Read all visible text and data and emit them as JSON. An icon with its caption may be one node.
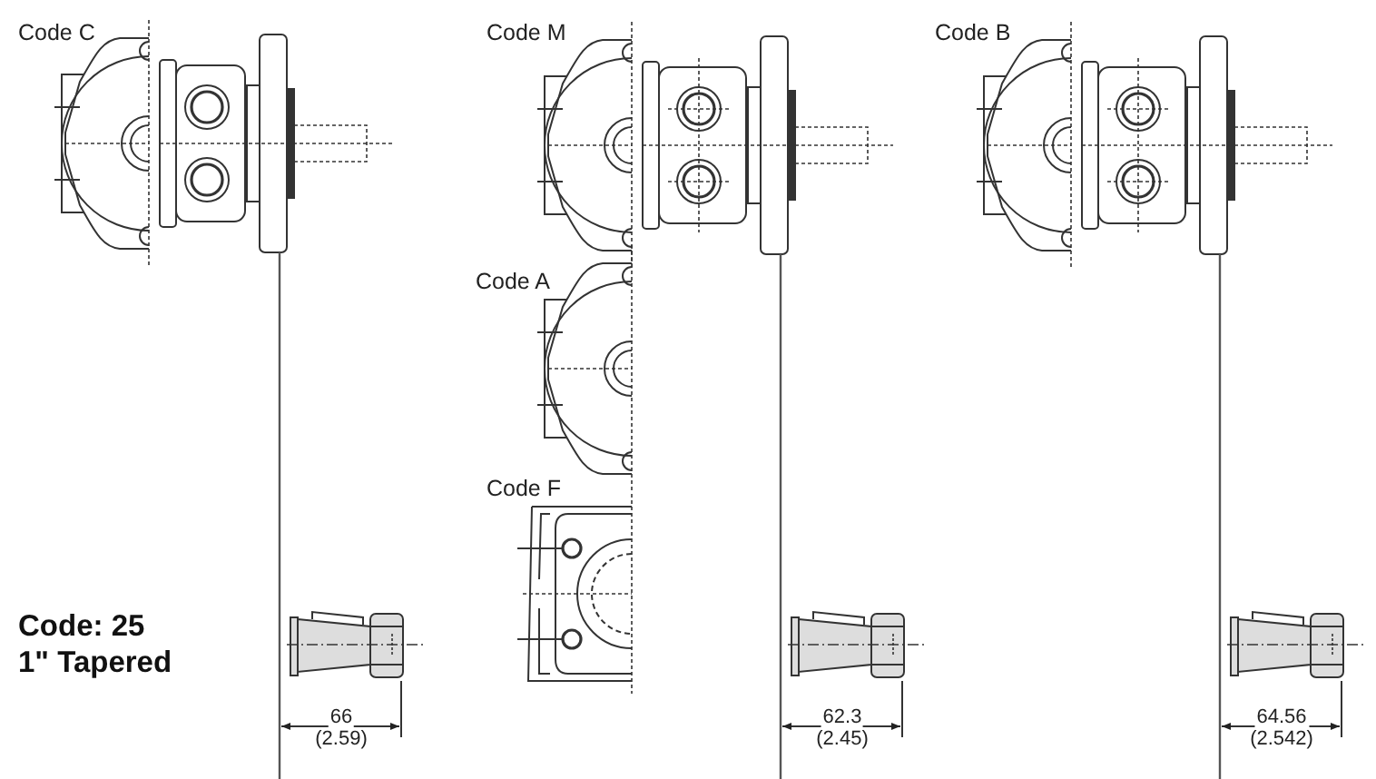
{
  "diagram": {
    "labels": [
      "Code C",
      "Code M",
      "Code B",
      "Code A",
      "Code F",
      "Code: 25",
      "1\" Tapered",
      "66",
      "(2.59)",
      "62.3",
      "(2.45)",
      "64.56",
      "(2.542)"
    ]
  }
}
